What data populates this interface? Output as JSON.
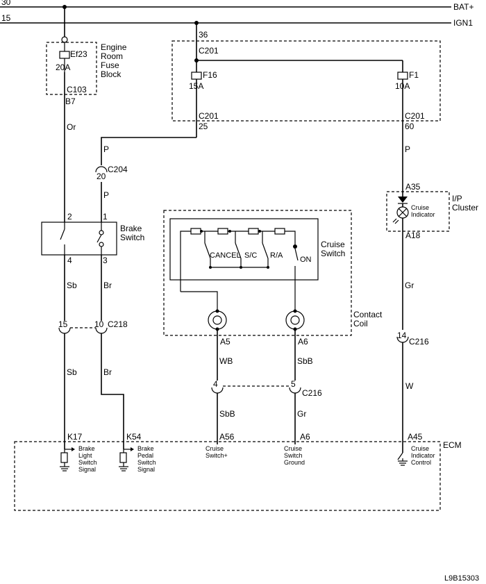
{
  "rails": {
    "bat_num": "30",
    "bat_label": "BAT+",
    "ign_num": "15",
    "ign_label": "IGN1"
  },
  "fuse_block": {
    "fuse_name": "Ef23",
    "fuse_rating": "20A",
    "title_lines": [
      "Engine",
      "Room",
      "Fuse",
      "Block"
    ],
    "connector": "C103",
    "pin": "B7"
  },
  "c201_box": {
    "top_pin": "36",
    "top_conn": "C201",
    "fuse1_name": "F16",
    "fuse1_rating": "15A",
    "fuse2_name": "F1",
    "fuse2_rating": "10A",
    "bottom_conn_left": "C201",
    "bottom_pin_left": "25",
    "bottom_conn_right": "C201",
    "bottom_pin_right": "60"
  },
  "wires": {
    "or": "Or",
    "p1": "P",
    "p2": "P",
    "p3": "P",
    "sb1": "Sb",
    "br1": "Br",
    "sb2": "Sb",
    "br2": "Br",
    "wb": "WB",
    "sbb1": "SbB",
    "sbb2": "SbB",
    "gr1": "Gr",
    "gr2": "Gr",
    "w": "W"
  },
  "c204": {
    "pin": "20",
    "name": "C204"
  },
  "brake_switch": {
    "label_lines": [
      "Brake",
      "Switch"
    ],
    "pins": [
      "2",
      "1",
      "4",
      "3"
    ]
  },
  "c218": {
    "pin_left": "15",
    "pin_right": "10",
    "name": "C218"
  },
  "cruise_switch": {
    "label_lines": [
      "Cruise",
      "Switch"
    ],
    "contacts": [
      "CANCEL",
      "S/C",
      "R/A",
      "ON"
    ],
    "coil_lines": [
      "Contact",
      "Coil"
    ],
    "coil_pins": [
      "A5",
      "A6"
    ]
  },
  "c216_mid": {
    "pin_left": "4",
    "pin_right": "5",
    "name": "C216"
  },
  "cluster": {
    "pin_top": "A35",
    "pin_bottom": "A18",
    "lamp_lines": [
      "Cruise",
      "Indicator"
    ],
    "label_lines": [
      "I/P",
      "Cluster"
    ]
  },
  "c216_right": {
    "pin": "14",
    "name": "C216"
  },
  "ecm": {
    "label": "ECM",
    "pins": [
      "K17",
      "K54",
      "A56",
      "A6",
      "A45"
    ],
    "signals": [
      [
        "Brake",
        "Light",
        "Switch",
        "Signal"
      ],
      [
        "Brake",
        "Pedal",
        "Switch",
        "Signal"
      ],
      [
        "Cruise",
        "Switch+"
      ],
      [
        "Cruise",
        "Switch",
        "Ground"
      ],
      [
        "Cruise",
        "Indicator",
        "Control"
      ]
    ]
  },
  "figure_id": "L9B15303"
}
